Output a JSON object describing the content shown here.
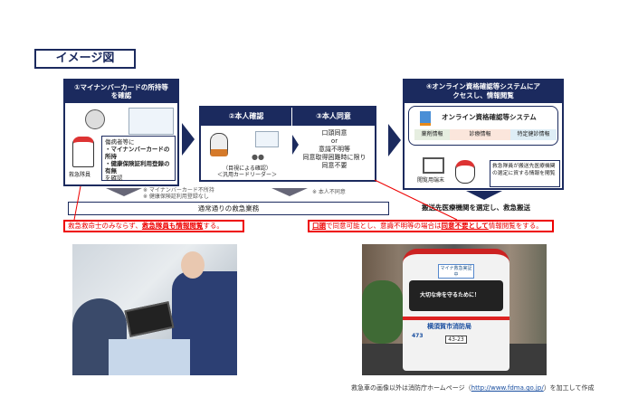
{
  "title": "イメージ図",
  "step1": {
    "header": "①マイナンバーカードの所持等を確認",
    "bubble_intro": "傷病者等に",
    "bubble_items": [
      "・マイナンバーカードの所持",
      "・健康保険証利用登録の有無"
    ],
    "bubble_outro": "を確認",
    "role": "救急隊員"
  },
  "step2": {
    "header": "②本人確認",
    "caption1": "（目視による確認）",
    "caption2": "＜汎用カードリーダー＞"
  },
  "step3": {
    "header": "③本人同意",
    "lines": [
      "口頭同意",
      "or",
      "意識不明等",
      "同意取得困難時に限り",
      "同意不要"
    ]
  },
  "step4": {
    "header": "④オンライン資格確認等システムにアクセスし、情報閲覧",
    "system": "オンライン資格確認等システム",
    "info": [
      "薬剤情報",
      "診療情報",
      "特定健診情報"
    ],
    "terminal": "閲覧用端末",
    "bubble": "救急隊員が搬送先医療機関の選定に資する情報を閲覧"
  },
  "notes": {
    "left": [
      "※ マイナンバーカード不所持",
      "※ 健康保険証利用登録なし"
    ],
    "right": "※ 本人不同意"
  },
  "normal": "通常通りの救急業務",
  "transport": "搬送先医療機関を選定し、救急搬送",
  "red1": {
    "pre": "救急救命士のみならず、",
    "emph": "救急隊員も情報閲覧",
    "post": "する。"
  },
  "red2": {
    "emph1": "口頭",
    "mid1": "で同意可能とし、意識不明等の場合は",
    "emph2": "同意不要として",
    "post": "情報閲覧をする。"
  },
  "ambulance": {
    "sign": "マイナ救急実証中",
    "window": "大切な命を守るために！",
    "org": "横須賀市消防局",
    "number": "473",
    "plate": "43-23"
  },
  "caption": {
    "pre": "救急車の画像以外は消防庁ホームページ（",
    "link": "http://www.fdma.go.jp/",
    "post": "）を加工して作成"
  }
}
